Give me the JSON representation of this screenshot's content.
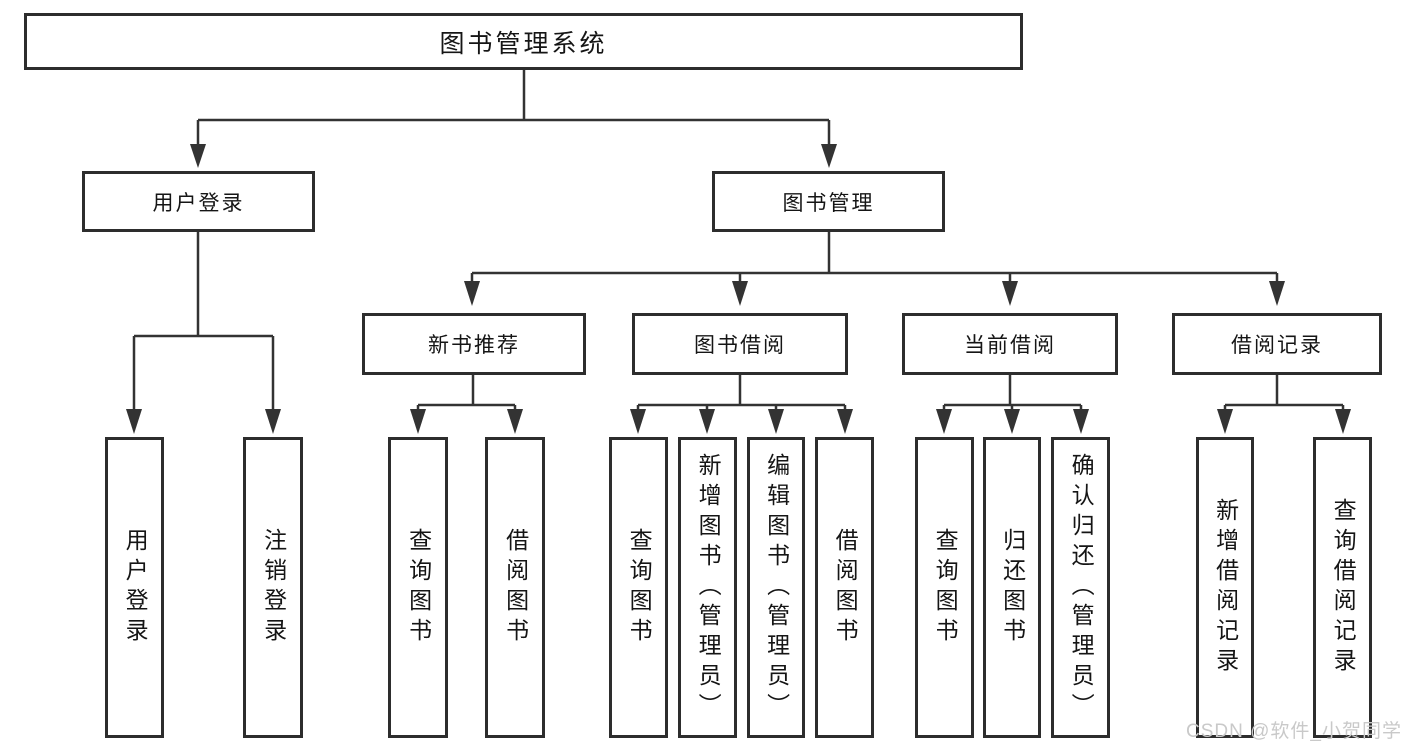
{
  "watermark": {
    "text": "CSDN @软件_小贺同学",
    "color": "#c9c9c9"
  },
  "colors": {
    "line": "#333333",
    "border": "#2d2d2d",
    "background": "#ffffff",
    "text": "#151515"
  },
  "tree": {
    "root": {
      "label": "图书管理系统"
    },
    "branches": [
      {
        "label": "用户登录",
        "children": [
          {
            "label": "用户登录"
          },
          {
            "label": "注销登录"
          }
        ]
      },
      {
        "label": "图书管理",
        "children": [
          {
            "label": "新书推荐",
            "children": [
              {
                "label": "查询图书"
              },
              {
                "label": "借阅图书"
              }
            ]
          },
          {
            "label": "图书借阅",
            "children": [
              {
                "label": "查询图书"
              },
              {
                "label": "新增图书（管理员）"
              },
              {
                "label": "编辑图书（管理员）"
              },
              {
                "label": "借阅图书"
              }
            ]
          },
          {
            "label": "当前借阅",
            "children": [
              {
                "label": "查询图书"
              },
              {
                "label": "归还图书"
              },
              {
                "label": "确认归还（管理员）"
              }
            ]
          },
          {
            "label": "借阅记录",
            "children": [
              {
                "label": "新增借阅记录"
              },
              {
                "label": "查询借阅记录"
              }
            ]
          }
        ]
      }
    ]
  }
}
